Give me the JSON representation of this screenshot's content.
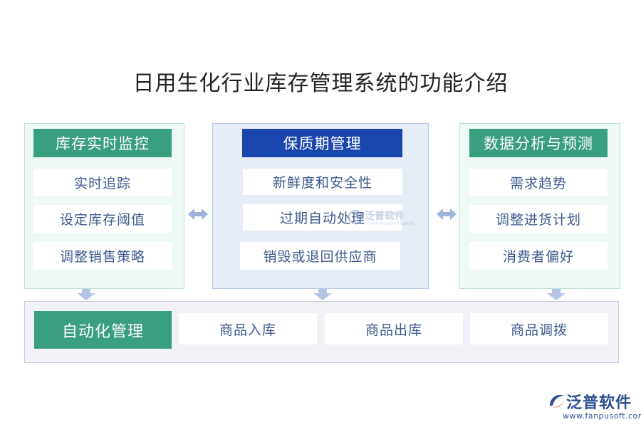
{
  "title": "日用生化行业库存管理系统的功能介绍",
  "left": {
    "header": "库存实时监控",
    "items": [
      "实时追踪",
      "设定库存阈值",
      "调整销售策略"
    ]
  },
  "middle": {
    "header": "保质期管理",
    "items": [
      "新鲜度和安全性",
      "过期自动处理",
      "销毁或退回供应商"
    ]
  },
  "right": {
    "header": "数据分析与预测",
    "items": [
      "需求趋势",
      "调整进货计划",
      "消费者偏好"
    ]
  },
  "bottom": {
    "header": "自动化管理",
    "items": [
      "商品入库",
      "商品出库",
      "商品调拨"
    ]
  },
  "watermark": {
    "text": "泛普软件",
    "sub": "FANPUSOFTWARE"
  },
  "logo": {
    "name": "泛普软件",
    "url": "www.fanpusoft.com"
  },
  "colors": {
    "green": "#3a9e80",
    "blue": "#1a47ad",
    "item_text": "#3f5a8f",
    "arrow": "#9fb3e0"
  },
  "icons": [
    "double-arrow-icon",
    "down-arrow-icon",
    "fanpu-logo-icon"
  ]
}
